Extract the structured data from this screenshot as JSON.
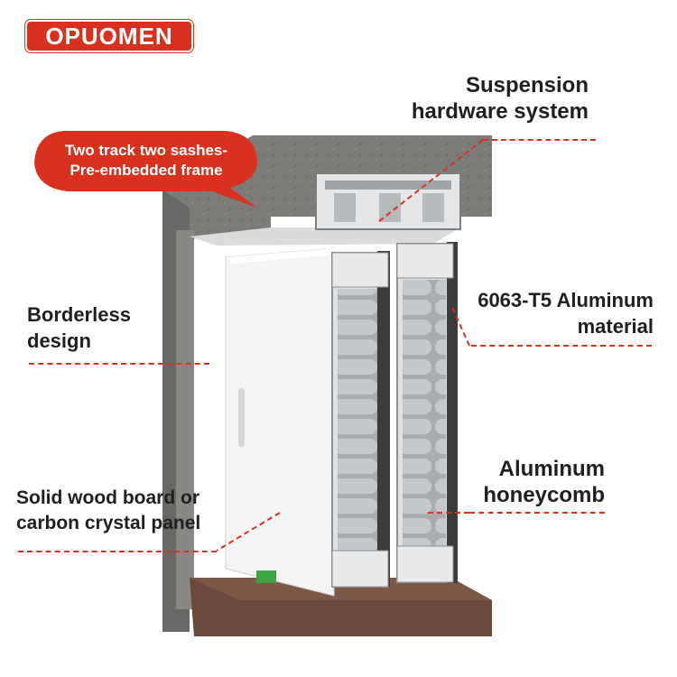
{
  "brand": {
    "name": "OPUOMEN",
    "color": "#d8321f"
  },
  "callouts": {
    "bubble": {
      "line1": "Two track two sashes-",
      "line2": "Pre-embedded frame"
    },
    "suspension": {
      "line1": "Suspension",
      "line2": "hardware system"
    },
    "aluminum_material": {
      "line1": "6063-T5  Aluminum",
      "line2": "material"
    },
    "borderless": {
      "line1": "Borderless",
      "line2": "design"
    },
    "honeycomb": {
      "line1": "Aluminum",
      "line2": "honeycomb"
    },
    "panel": {
      "line1": "Solid wood board or",
      "line2": "carbon crystal panel"
    }
  },
  "colors": {
    "accent": "#d8321f",
    "concrete": "#7d7b78",
    "wood": "#6b4a3b",
    "aluminum": "#c9ccce"
  }
}
